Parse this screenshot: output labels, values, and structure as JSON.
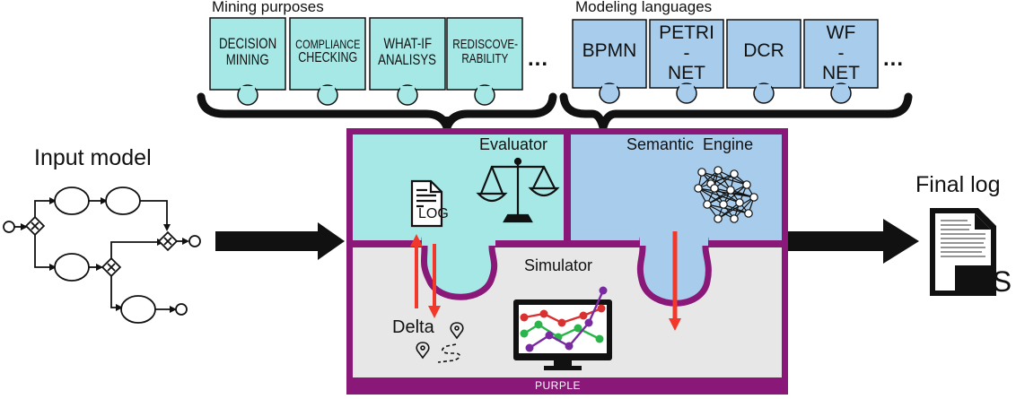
{
  "mining_purposes": {
    "title": "Mining purposes",
    "items": [
      {
        "line1": "DECISION",
        "line2": "MINING"
      },
      {
        "line1": "COMPLIANCE",
        "line2": "CHECKING"
      },
      {
        "line1": "WHAT-IF",
        "line2": "ANALISYS"
      },
      {
        "line1": "REDISCOVE-",
        "line2": "RABILITY"
      }
    ],
    "more": "..."
  },
  "modeling_languages": {
    "title": "Modeling languages",
    "items": [
      {
        "line1": "BPMN",
        "line2": "",
        "line3": ""
      },
      {
        "line1": "PETRI",
        "line2": "-",
        "line3": "NET"
      },
      {
        "line1": "DCR",
        "line2": "",
        "line3": ""
      },
      {
        "line1": "WF",
        "line2": "-",
        "line3": "NET"
      }
    ],
    "more": "..."
  },
  "input_model": {
    "title": "Input model"
  },
  "final_log": {
    "title": "Final log",
    "file_label": "XES"
  },
  "purple": {
    "evaluator": "Evaluator",
    "semantic_engine": "Semantic  Engine",
    "simulator": "Simulator",
    "log_label": "LOG",
    "delta_label": "Delta",
    "footer": "PURPLE"
  },
  "colors": {
    "purple": "#8a1878",
    "cyan": "#a6e8e6",
    "blue": "#a8cdec",
    "gray": "#e7e7e7",
    "red": "#f2382b",
    "black": "#1a1a1a"
  }
}
